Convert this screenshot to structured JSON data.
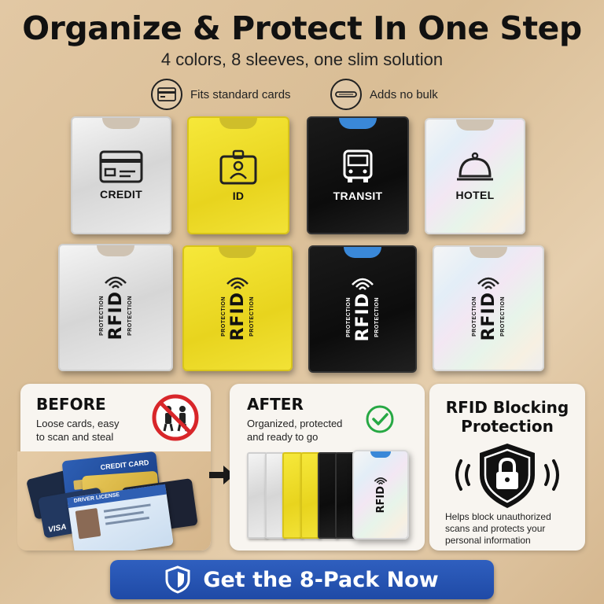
{
  "header": {
    "title": "Organize & Protect In One Step",
    "subtitle": "4 colors, 8 sleeves, one slim solution"
  },
  "features": [
    {
      "icon": "card-icon",
      "label": "Fits standard cards"
    },
    {
      "icon": "slim-sleeve-icon",
      "label": "Adds no bulk"
    }
  ],
  "sleeves_top": [
    {
      "color": "silver",
      "label": "CREDIT",
      "icon": "credit-card-icon"
    },
    {
      "color": "yellow",
      "label": "ID",
      "icon": "id-badge-icon"
    },
    {
      "color": "black",
      "label": "TRANSIT",
      "icon": "bus-icon"
    },
    {
      "color": "holographic",
      "label": "HOTEL",
      "icon": "service-bell-icon"
    }
  ],
  "rfid_text": {
    "big": "RFID",
    "small": "PROTECTION"
  },
  "before": {
    "title": "BEFORE",
    "text_line1": "Loose cards, easy",
    "text_line2": "to scan and steal",
    "credit_card_text": "CREDIT CARD",
    "license_text": "DRIVER LICENSE",
    "brand_text": "VISA"
  },
  "after": {
    "title": "AFTER",
    "text_line1": "Organized, protected",
    "text_line2": "and ready to go"
  },
  "protection": {
    "title_line1": "RFID Blocking",
    "title_line2": "Protection",
    "text_line1": "Helps block unauthorized",
    "text_line2": "scans and protects your",
    "text_line3": "personal information"
  },
  "cta": {
    "label": "Get the 8-Pack Now"
  },
  "colors": {
    "silver": "#e2e2e2",
    "yellow": "#efdf2c",
    "black": "#121212",
    "cta_blue": "#2653b0",
    "check_green": "#27a844",
    "forbid_red": "#d8262a"
  }
}
